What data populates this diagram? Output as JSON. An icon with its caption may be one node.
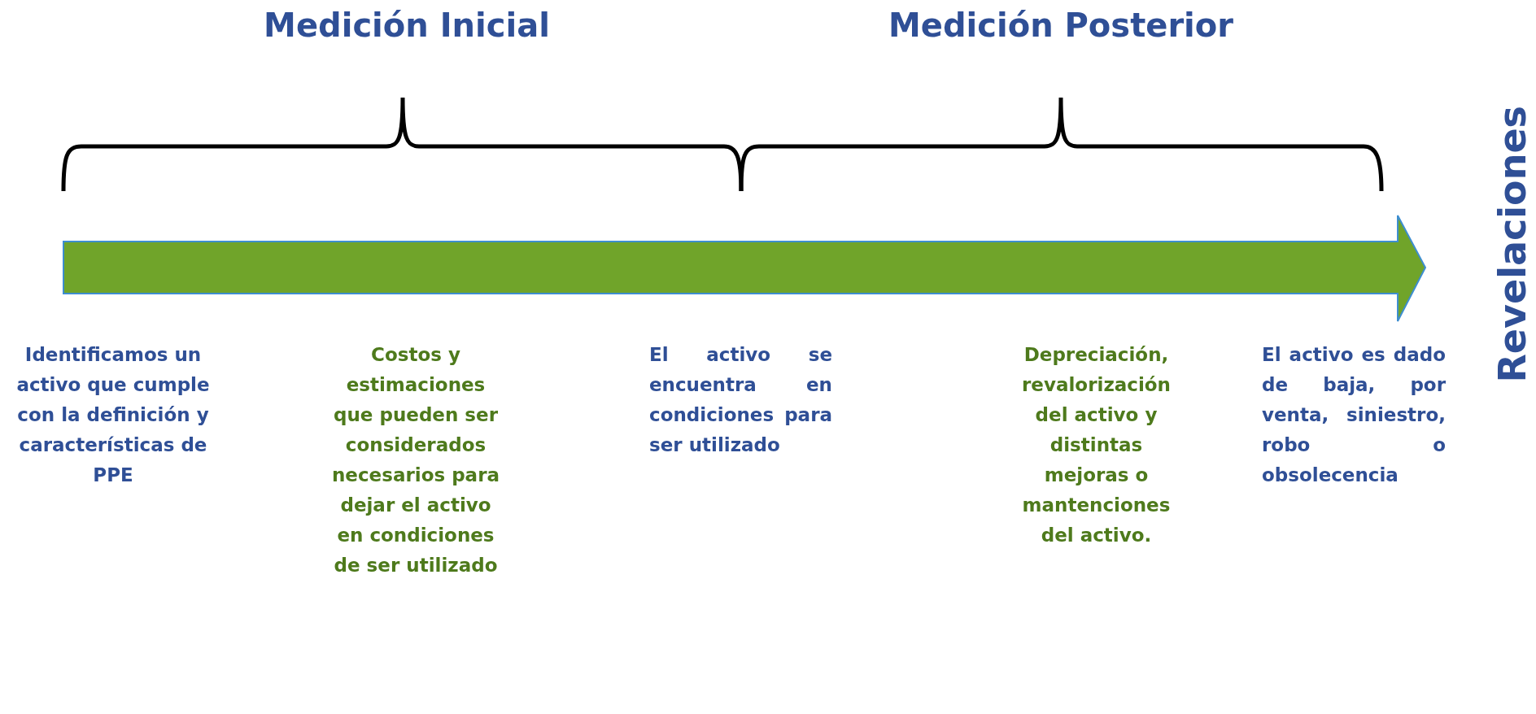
{
  "diagram": {
    "labels": [
      "Medición Inicial",
      "Medición Posterior",
      "Revelaciones",
      "Identificamos un activo que cumple con la definición y características de PPE",
      "Costos y estimaciones que pueden ser considerados necesarios para dejar el activo en condiciones de ser utilizado",
      "El activo se encuentra en condiciones para ser utilizado",
      "Depreciación, revalorización del activo y distintas mejoras o mantenciones del activo.",
      "El activo es dado de baja, por venta, siniestro, robo o obsolecencia"
    ]
  }
}
